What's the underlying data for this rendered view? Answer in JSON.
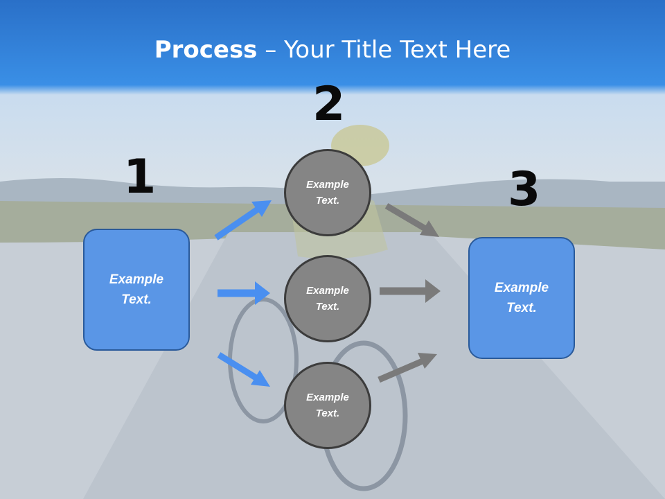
{
  "title": {
    "bold": "Process",
    "rest": " – Your Title Text Here"
  },
  "steps": {
    "one": "1",
    "two": "2",
    "three": "3"
  },
  "left_box": {
    "text": "Example Text."
  },
  "circles": [
    {
      "text": "Example Text."
    },
    {
      "text": "Example Text."
    },
    {
      "text": "Example Text."
    }
  ],
  "right_box": {
    "text": "Example Text."
  },
  "colors": {
    "header": "#2f7fdc",
    "box": "#5a96e6",
    "circle": "#858585",
    "blue_arrow": "#4a8ff0",
    "gray_arrow": "#7a7a7a"
  }
}
